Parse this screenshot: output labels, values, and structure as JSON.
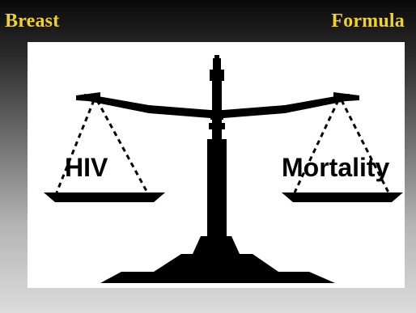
{
  "header": {
    "left_label": "Breast",
    "right_label": "Formula"
  },
  "scale": {
    "left_pan_label": "HIV",
    "right_pan_label": "Mortality"
  },
  "colors": {
    "label_color": "#f0d22a",
    "panel_background": "#ffffff",
    "ink": "#000000"
  },
  "icons": {
    "balance": "scale-icon"
  }
}
